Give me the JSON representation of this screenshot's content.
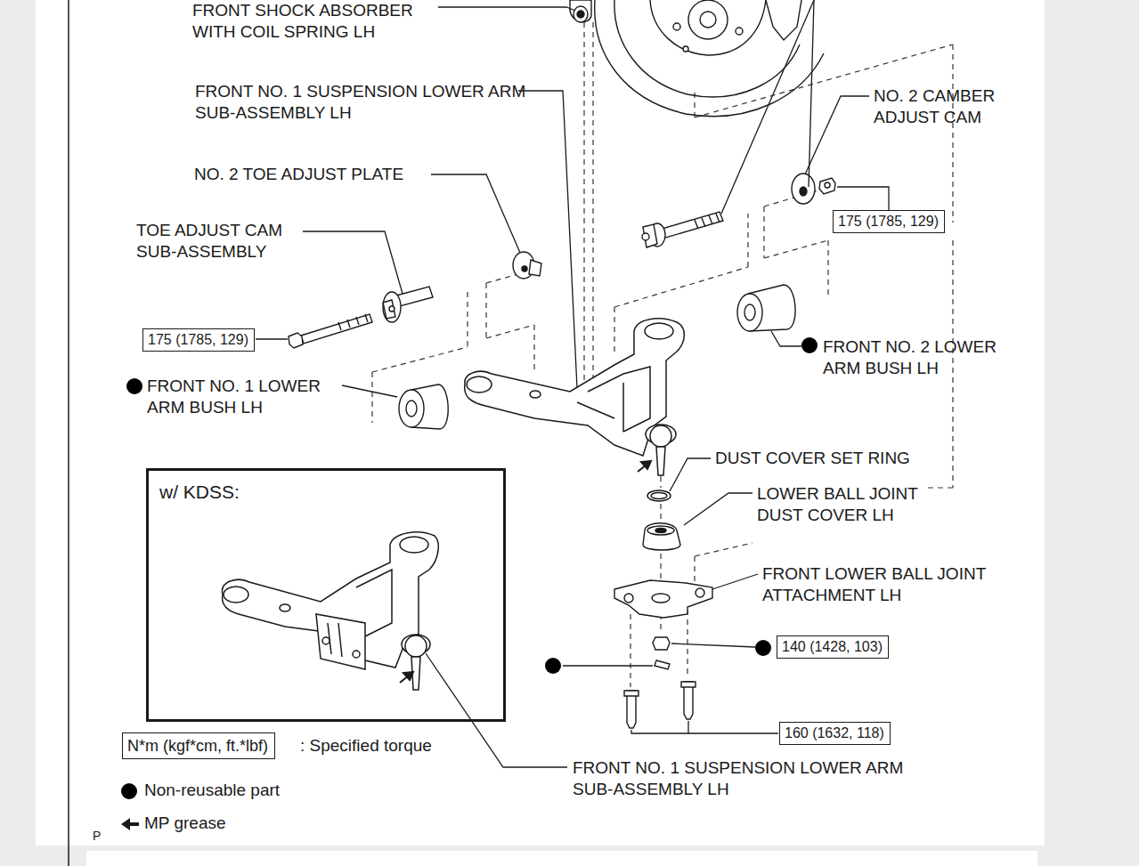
{
  "diagram": {
    "nodes": [
      {
        "text": [
          "175 (1785, 129)"
        ]
      },
      {
        "text": [
          "175 (1785, 129)"
        ]
      },
      {
        "text": [
          "w/ KDSS:"
        ]
      },
      {
        "text": [
          "140 (1428, 103)"
        ]
      },
      {
        "text": [
          "160 (1632, 118)"
        ]
      },
      {
        "text": [
          "N*m (kgf*cm, ft.*lbf)"
        ]
      }
    ],
    "labels": [
      "FRONT SHOCK ABSORBER WITH COIL SPRING LH",
      "FRONT NO. 1 SUSPENSION LOWER ARM SUB-ASSEMBLY LH",
      "NO. 2 CAMBER ADJUST CAM",
      "NO. 2 TOE ADJUST PLATE",
      "TOE ADJUST CAM SUB-ASSEMBLY",
      "FRONT NO. 2 LOWER ARM BUSH LH",
      "FRONT NO. 1 LOWER ARM BUSH LH",
      "DUST COVER SET RING",
      "LOWER BALL JOINT DUST COVER LH",
      "FRONT LOWER BALL JOINT ATTACHMENT LH",
      ": Specified torque",
      "FRONT NO. 1 SUSPENSION LOWER ARM SUB-ASSEMBLY LH",
      "P"
    ],
    "legend": [
      {
        "text": "Non-reusable part"
      },
      {
        "text": "MP grease"
      }
    ]
  }
}
